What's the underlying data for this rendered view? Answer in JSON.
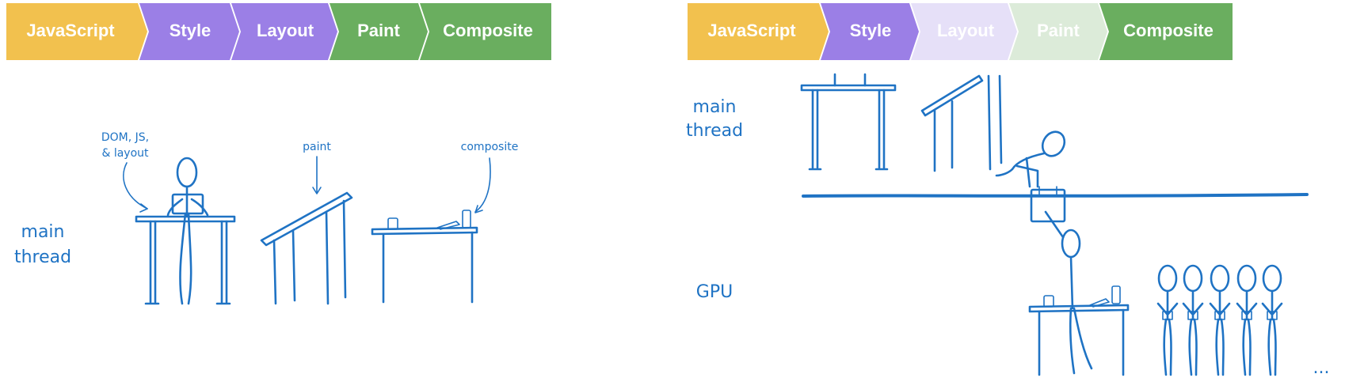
{
  "left_panel": {
    "pipeline": [
      {
        "label": "JavaScript",
        "color": "#f2c14e",
        "faded": false
      },
      {
        "label": "Style",
        "color": "#9b7fe6",
        "faded": false
      },
      {
        "label": "Layout",
        "color": "#9b7fe6",
        "faded": false
      },
      {
        "label": "Paint",
        "color": "#6aae5f",
        "faded": false
      },
      {
        "label": "Composite",
        "color": "#6aae5f",
        "faded": false
      }
    ],
    "thread_label_1": "main",
    "thread_label_2": "thread",
    "annotations": {
      "dom_line1": "DOM, JS,",
      "dom_line2": "& layout",
      "paint": "paint",
      "composite": "composite"
    }
  },
  "right_panel": {
    "pipeline": [
      {
        "label": "JavaScript",
        "color": "#f2c14e",
        "faded": false
      },
      {
        "label": "Style",
        "color": "#9b7fe6",
        "faded": false
      },
      {
        "label": "Layout",
        "color": "#e6e0f8",
        "faded": true
      },
      {
        "label": "Paint",
        "color": "#dcebd9",
        "faded": true
      },
      {
        "label": "Composite",
        "color": "#6aae5f",
        "faded": false
      }
    ],
    "thread_label_1": "main",
    "thread_label_2": "thread",
    "gpu_label": "GPU",
    "ellipsis": "..."
  },
  "colors": {
    "ink": "#1f73c4",
    "javascript": "#f2c14e",
    "style_layout": "#9b7fe6",
    "paint_composite": "#6aae5f"
  }
}
